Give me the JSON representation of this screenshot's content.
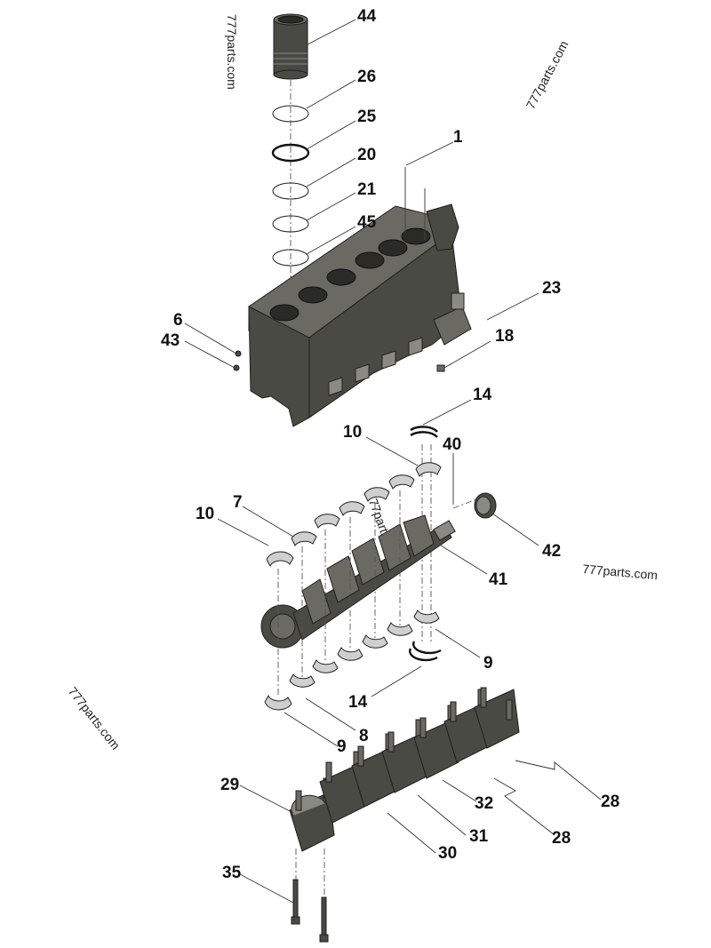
{
  "watermarks": [
    {
      "text": "777parts.com"
    },
    {
      "text": "777parts.com"
    },
    {
      "text": "777parts.com"
    },
    {
      "text": "777parts.com"
    },
    {
      "text": "777parts.com"
    }
  ],
  "callouts": [
    {
      "id": "44",
      "text": "44"
    },
    {
      "id": "26",
      "text": "26"
    },
    {
      "id": "25",
      "text": "25"
    },
    {
      "id": "20",
      "text": "20"
    },
    {
      "id": "21",
      "text": "21"
    },
    {
      "id": "45",
      "text": "45"
    },
    {
      "id": "1",
      "text": "1"
    },
    {
      "id": "23",
      "text": "23"
    },
    {
      "id": "18",
      "text": "18"
    },
    {
      "id": "6",
      "text": "6"
    },
    {
      "id": "43",
      "text": "43"
    },
    {
      "id": "14a",
      "text": "14"
    },
    {
      "id": "10a",
      "text": "10"
    },
    {
      "id": "40",
      "text": "40"
    },
    {
      "id": "7",
      "text": "7"
    },
    {
      "id": "10b",
      "text": "10"
    },
    {
      "id": "42",
      "text": "42"
    },
    {
      "id": "41",
      "text": "41"
    },
    {
      "id": "9a",
      "text": "9"
    },
    {
      "id": "14b",
      "text": "14"
    },
    {
      "id": "8",
      "text": "8"
    },
    {
      "id": "9b",
      "text": "9"
    },
    {
      "id": "28a",
      "text": "28"
    },
    {
      "id": "28b",
      "text": "28"
    },
    {
      "id": "29",
      "text": "29"
    },
    {
      "id": "32",
      "text": "32"
    },
    {
      "id": "31",
      "text": "31"
    },
    {
      "id": "30",
      "text": "30"
    },
    {
      "id": "35",
      "text": "35"
    }
  ]
}
